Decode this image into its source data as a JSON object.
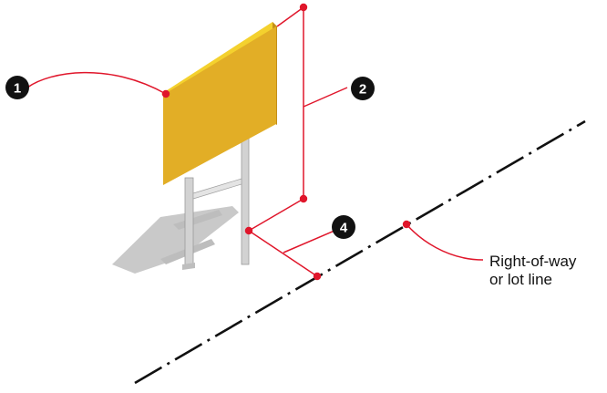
{
  "callouts": {
    "c1": {
      "number": "1"
    },
    "c2": {
      "number": "2"
    },
    "c4": {
      "number": "4"
    }
  },
  "labels": {
    "row_line_1": "Right-of-way",
    "row_line_2": "or lot line"
  },
  "colors": {
    "sign_face": "#E2AE26",
    "sign_top_edge": "#F4D12E",
    "post": "#D0D0D0",
    "shadow": "#C8C8C8",
    "leader": "#E0162B",
    "callout_badge": "#111111",
    "property_line": "#111111"
  }
}
